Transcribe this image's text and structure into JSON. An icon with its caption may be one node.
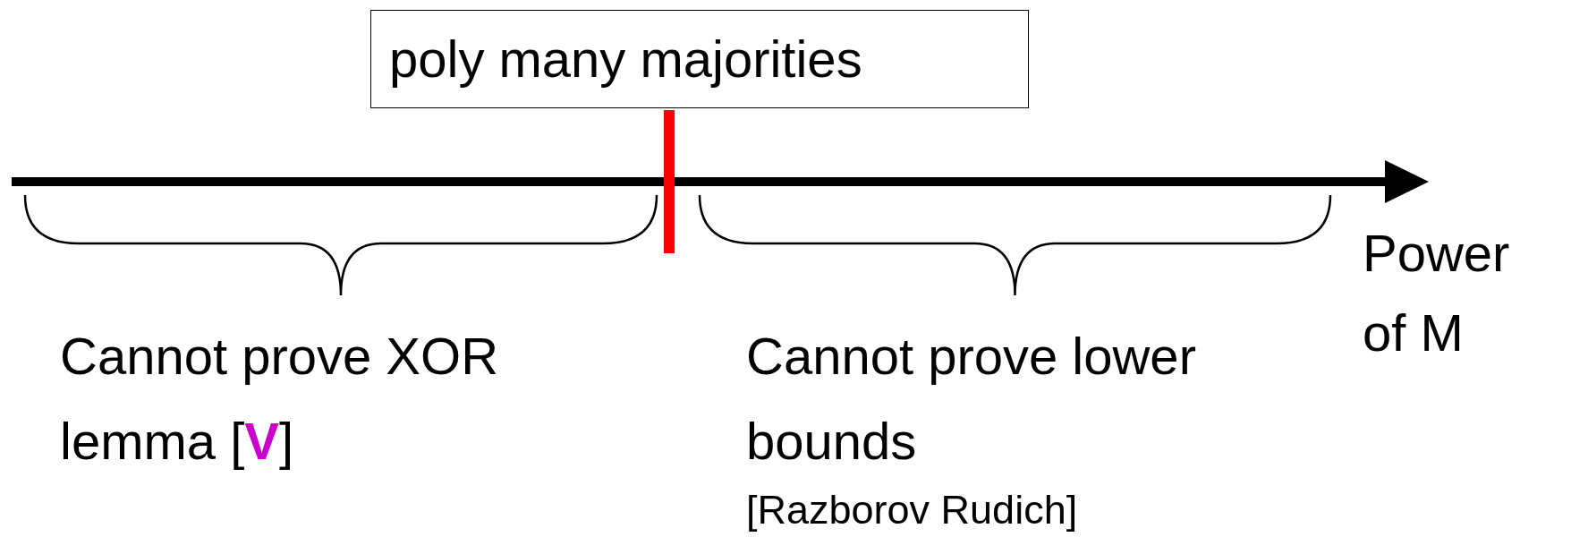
{
  "diagram": {
    "nodes": [
      {
        "text": [
          "poly many majorities"
        ]
      }
    ],
    "labels": [
      "Power of M",
      "Cannot prove XOR lemma [**V**]",
      "Cannot prove lower bounds",
      "[Razborov Rudich]"
    ]
  }
}
